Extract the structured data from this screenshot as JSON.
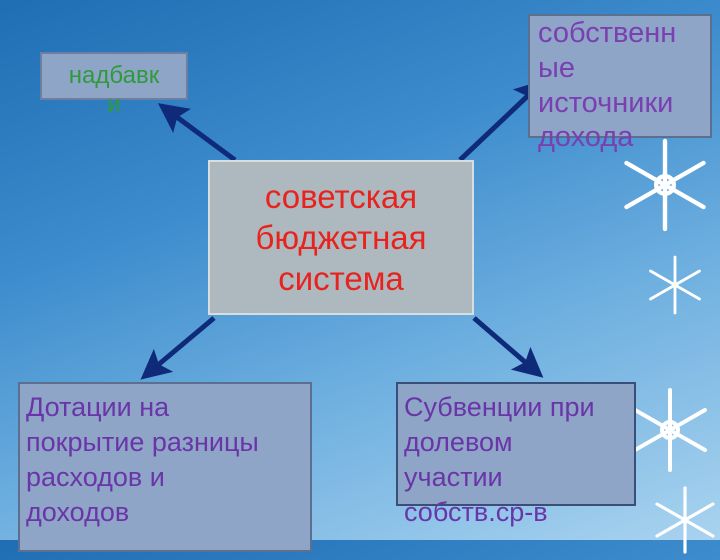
{
  "diagram": {
    "center": {
      "label": "советская\nбюджетная\nсистема"
    },
    "top_left": {
      "label": "надбавк\nи"
    },
    "top_right": {
      "label": "собственн\nые\nисточники\nдохода"
    },
    "bottom_left": {
      "label": "Дотации на\nпокрытие разницы\nрасходов и\nдоходов"
    },
    "bottom_right": {
      "label": "Субвенции при\nдолевом\nучастии\nсобств.ср-в"
    }
  },
  "colors": {
    "arrow": "#0f2a78",
    "center_text": "#e8231e",
    "top_left_text": "#2e9a3a",
    "other_text": "#6a35a8",
    "box_fill": "#8ea5c7"
  }
}
